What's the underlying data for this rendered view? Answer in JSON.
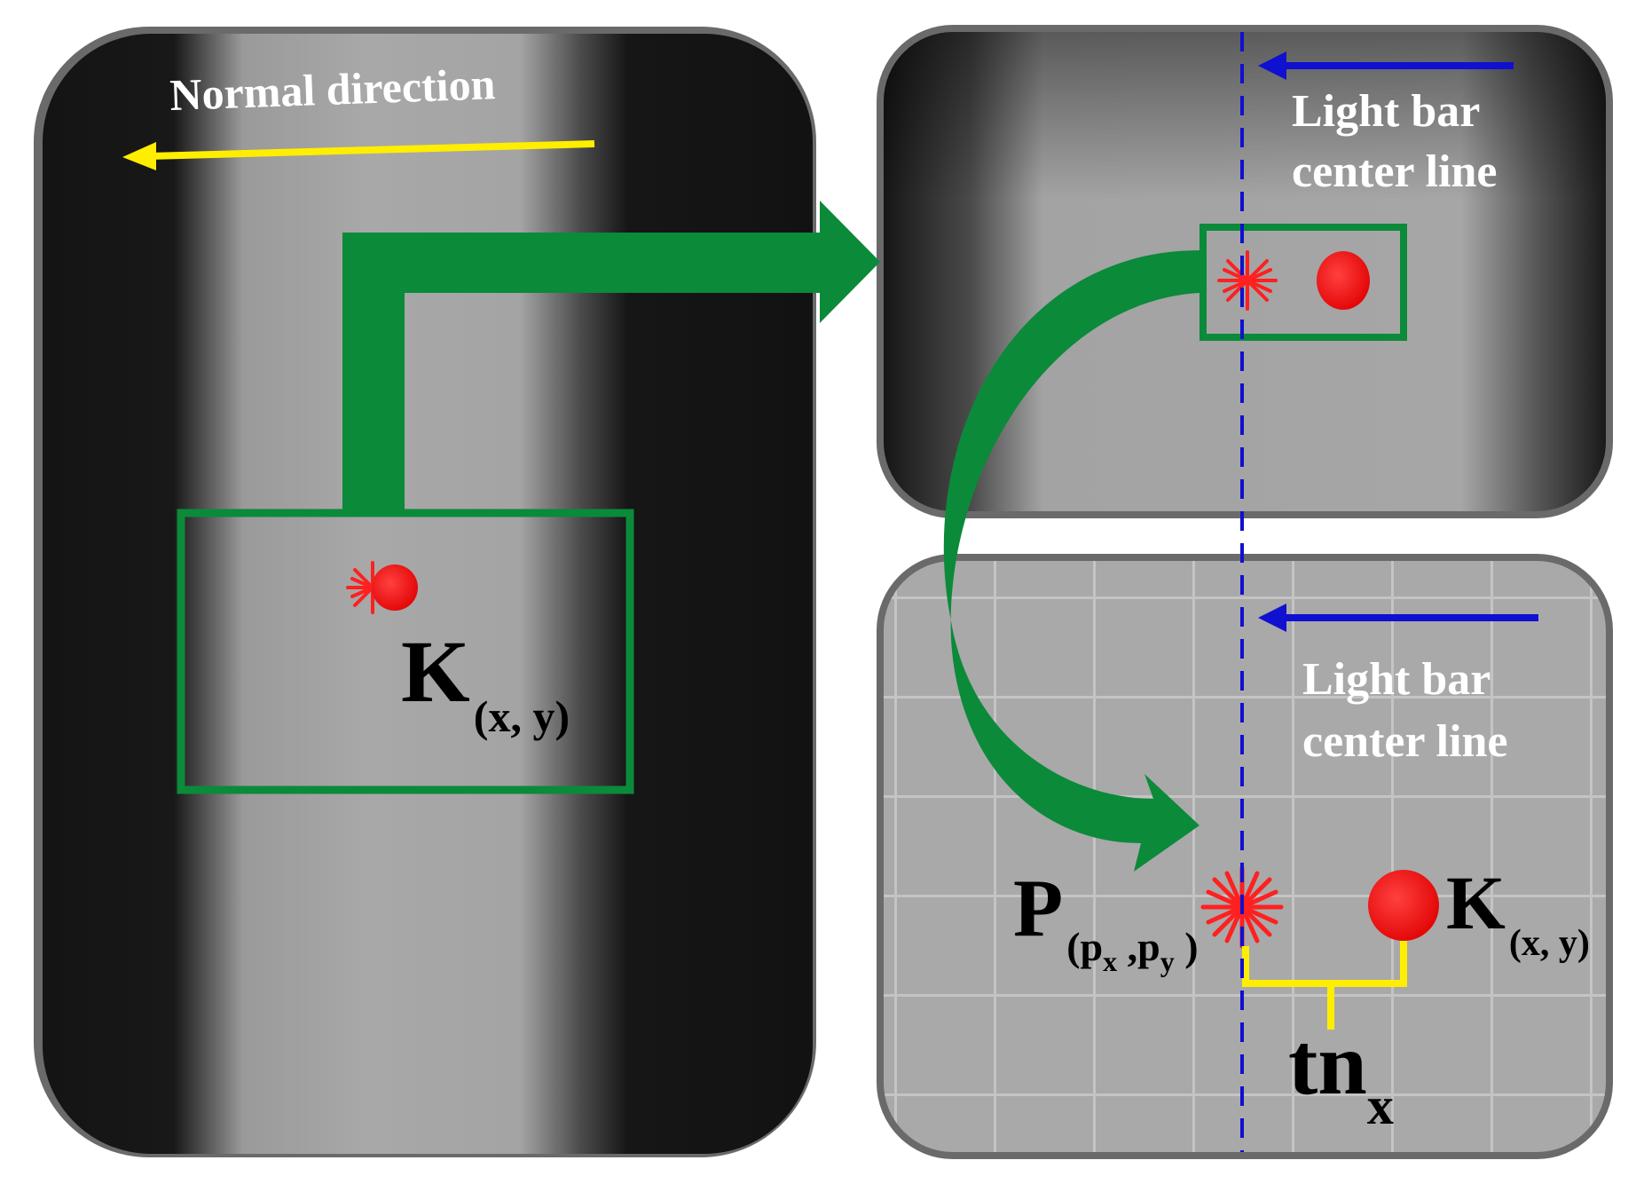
{
  "left_panel": {
    "direction_label": "Normal direction",
    "point_label": "K",
    "point_sub": "(x, y)"
  },
  "top_right_panel": {
    "line_label_1": "Light bar",
    "line_label_2": "center line"
  },
  "bottom_right_panel": {
    "line_label_1": "Light bar",
    "line_label_2": "center line",
    "p_label": "P",
    "p_sub_open": "(p",
    "p_sub_x": "x",
    "p_sub_mid": " ,p",
    "p_sub_y": "y",
    "p_sub_close": " )",
    "k_label": "K",
    "k_sub": "(x, y)",
    "dist_label": "tn",
    "dist_sub": "x"
  },
  "colors": {
    "green": "#0b8a3a",
    "red": "#ff0000",
    "yellow": "#ffee00",
    "blue": "#1010d0"
  }
}
